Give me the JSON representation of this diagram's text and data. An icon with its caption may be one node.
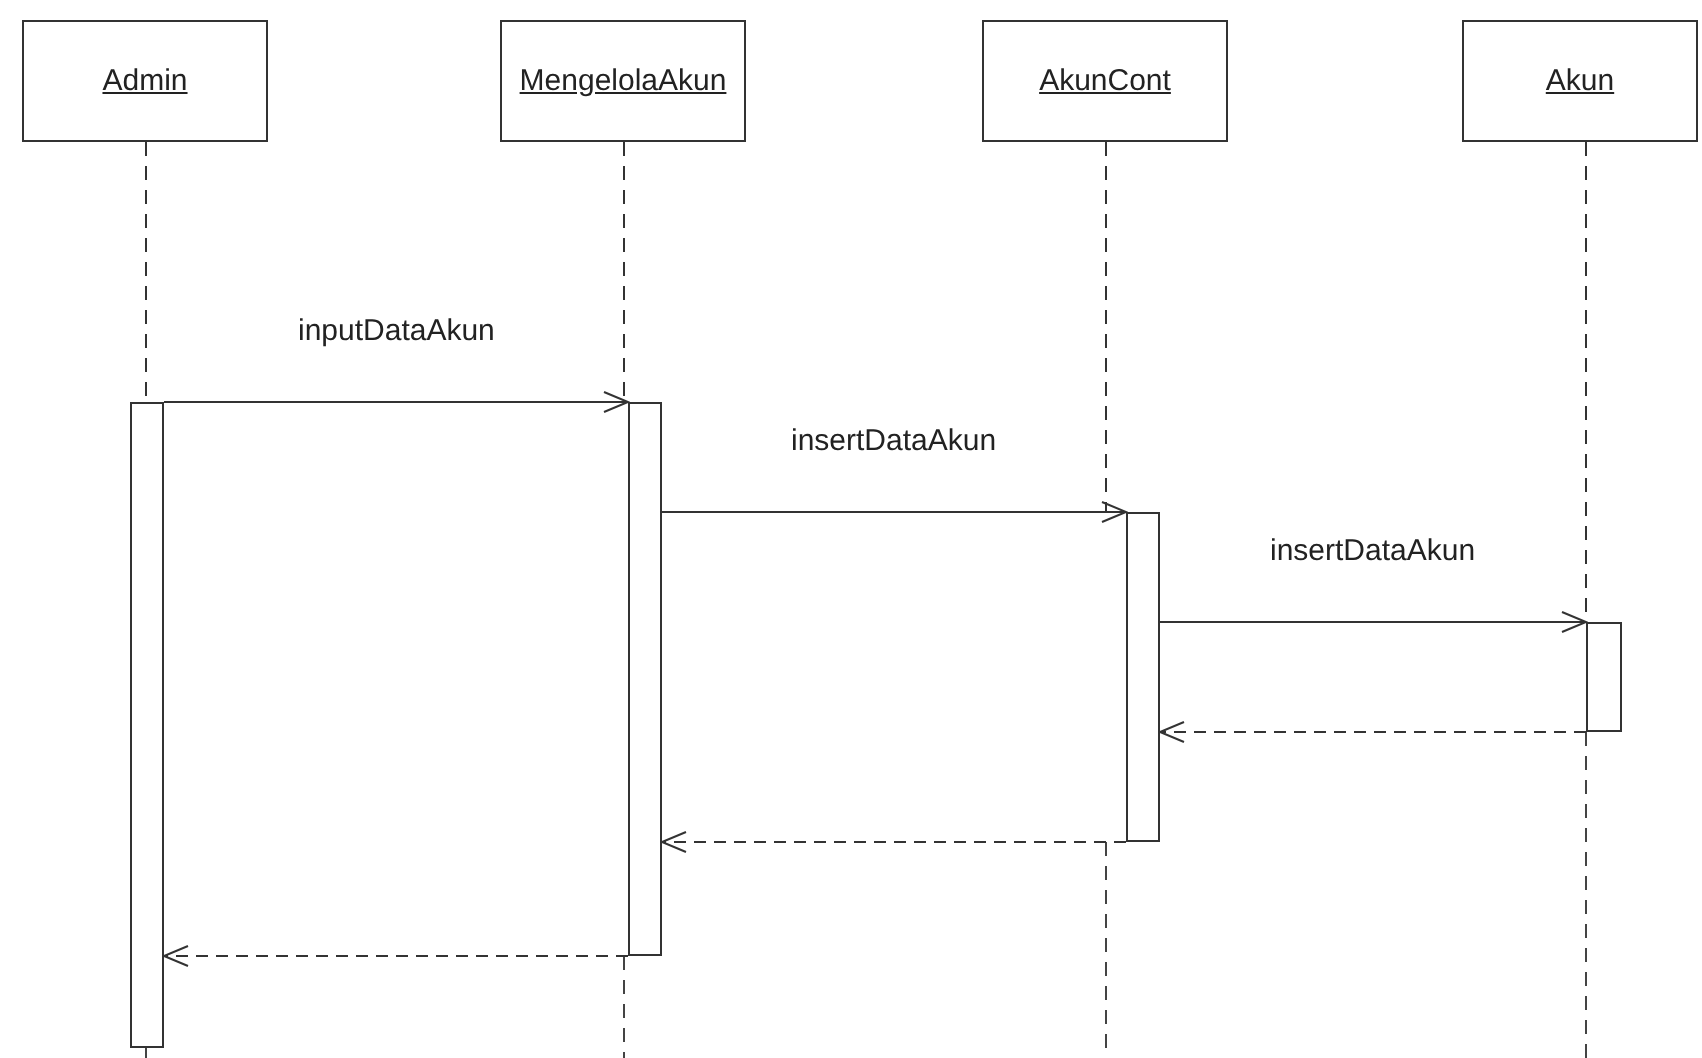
{
  "diagram": {
    "nodes": [
      {
        "text": [
          "Admin"
        ]
      },
      {
        "text": [
          "MengelolaAkun"
        ]
      },
      {
        "text": [
          "AkunCont"
        ]
      },
      {
        "text": [
          "Akun"
        ]
      },
      {
        "text": [],
        "shape": "bar"
      },
      {
        "text": [],
        "shape": "bar"
      },
      {
        "text": [],
        "shape": "bar"
      },
      {
        "text": [],
        "shape": "bar"
      }
    ],
    "edges": [
      {
        "from": 0,
        "to": 4,
        "arrow": "none",
        "style": "dashed"
      },
      {
        "from": 1,
        "to": 5,
        "arrow": "none",
        "style": "dashed"
      },
      {
        "from": 2,
        "to": 6,
        "arrow": "none",
        "style": "dashed"
      },
      {
        "from": 3,
        "to": 7,
        "arrow": "none",
        "style": "dashed"
      },
      {
        "from": 4,
        "to": 5,
        "arrow": "to",
        "label": "inputDataAkun"
      },
      {
        "from": 5,
        "to": 6,
        "arrow": "to",
        "label": "insertDataAkun"
      },
      {
        "from": 6,
        "to": 7,
        "arrow": "to",
        "label": "insertDataAkun"
      },
      {
        "from": 7,
        "to": 6,
        "arrow": "to",
        "style": "dashed"
      },
      {
        "from": 6,
        "to": 5,
        "arrow": "to",
        "style": "dashed"
      },
      {
        "from": 5,
        "to": 4,
        "arrow": "to",
        "style": "dashed"
      }
    ]
  }
}
